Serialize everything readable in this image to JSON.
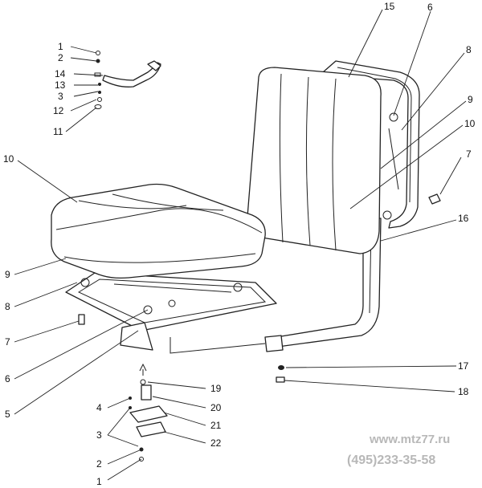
{
  "callouts": {
    "c1a": "1",
    "c2a": "2",
    "c14": "14",
    "c13": "13",
    "c3a": "3",
    "c12": "12",
    "c11": "11",
    "c10L": "10",
    "c9L": "9",
    "c8L": "8",
    "c7L": "7",
    "c6L": "6",
    "c5": "5",
    "c4": "4",
    "c3b": "3",
    "c2b": "2",
    "c1b": "1",
    "c15": "15",
    "c6R": "6",
    "c8R": "8",
    "c9R": "9",
    "c10R": "10",
    "c7R": "7",
    "c16": "16",
    "c17": "17",
    "c18": "18",
    "c19": "19",
    "c20": "20",
    "c21": "21",
    "c22": "22"
  },
  "watermark": {
    "site": "www.mtz77.ru",
    "phone": "(495)233-35-58"
  }
}
